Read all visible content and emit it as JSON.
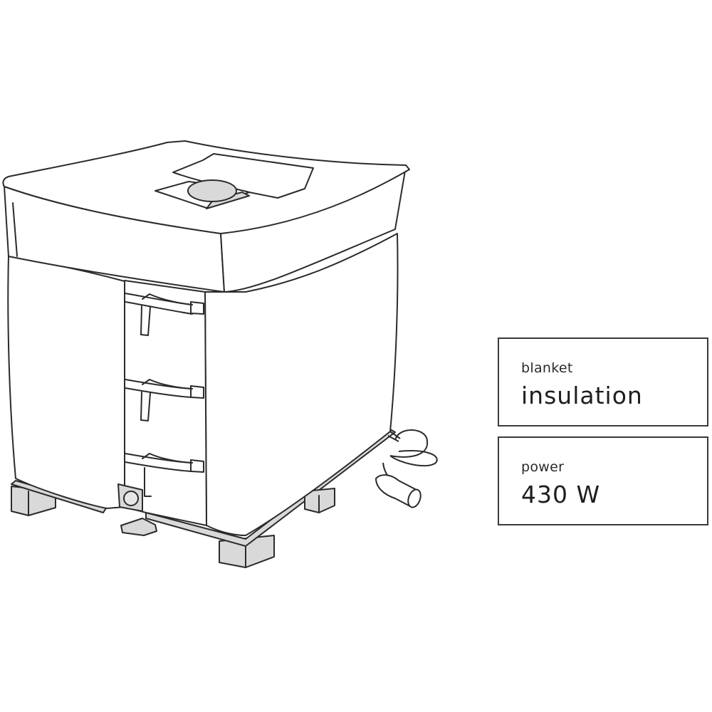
{
  "illustration": {
    "subject": "IBC tank covered with insulation blanket on pallet",
    "stroke_color": "#2b2b2b",
    "fill_gray": "#d9d9d9"
  },
  "specs": [
    {
      "label": "blanket",
      "value": "insulation"
    },
    {
      "label": "power",
      "value": "430 W"
    }
  ]
}
